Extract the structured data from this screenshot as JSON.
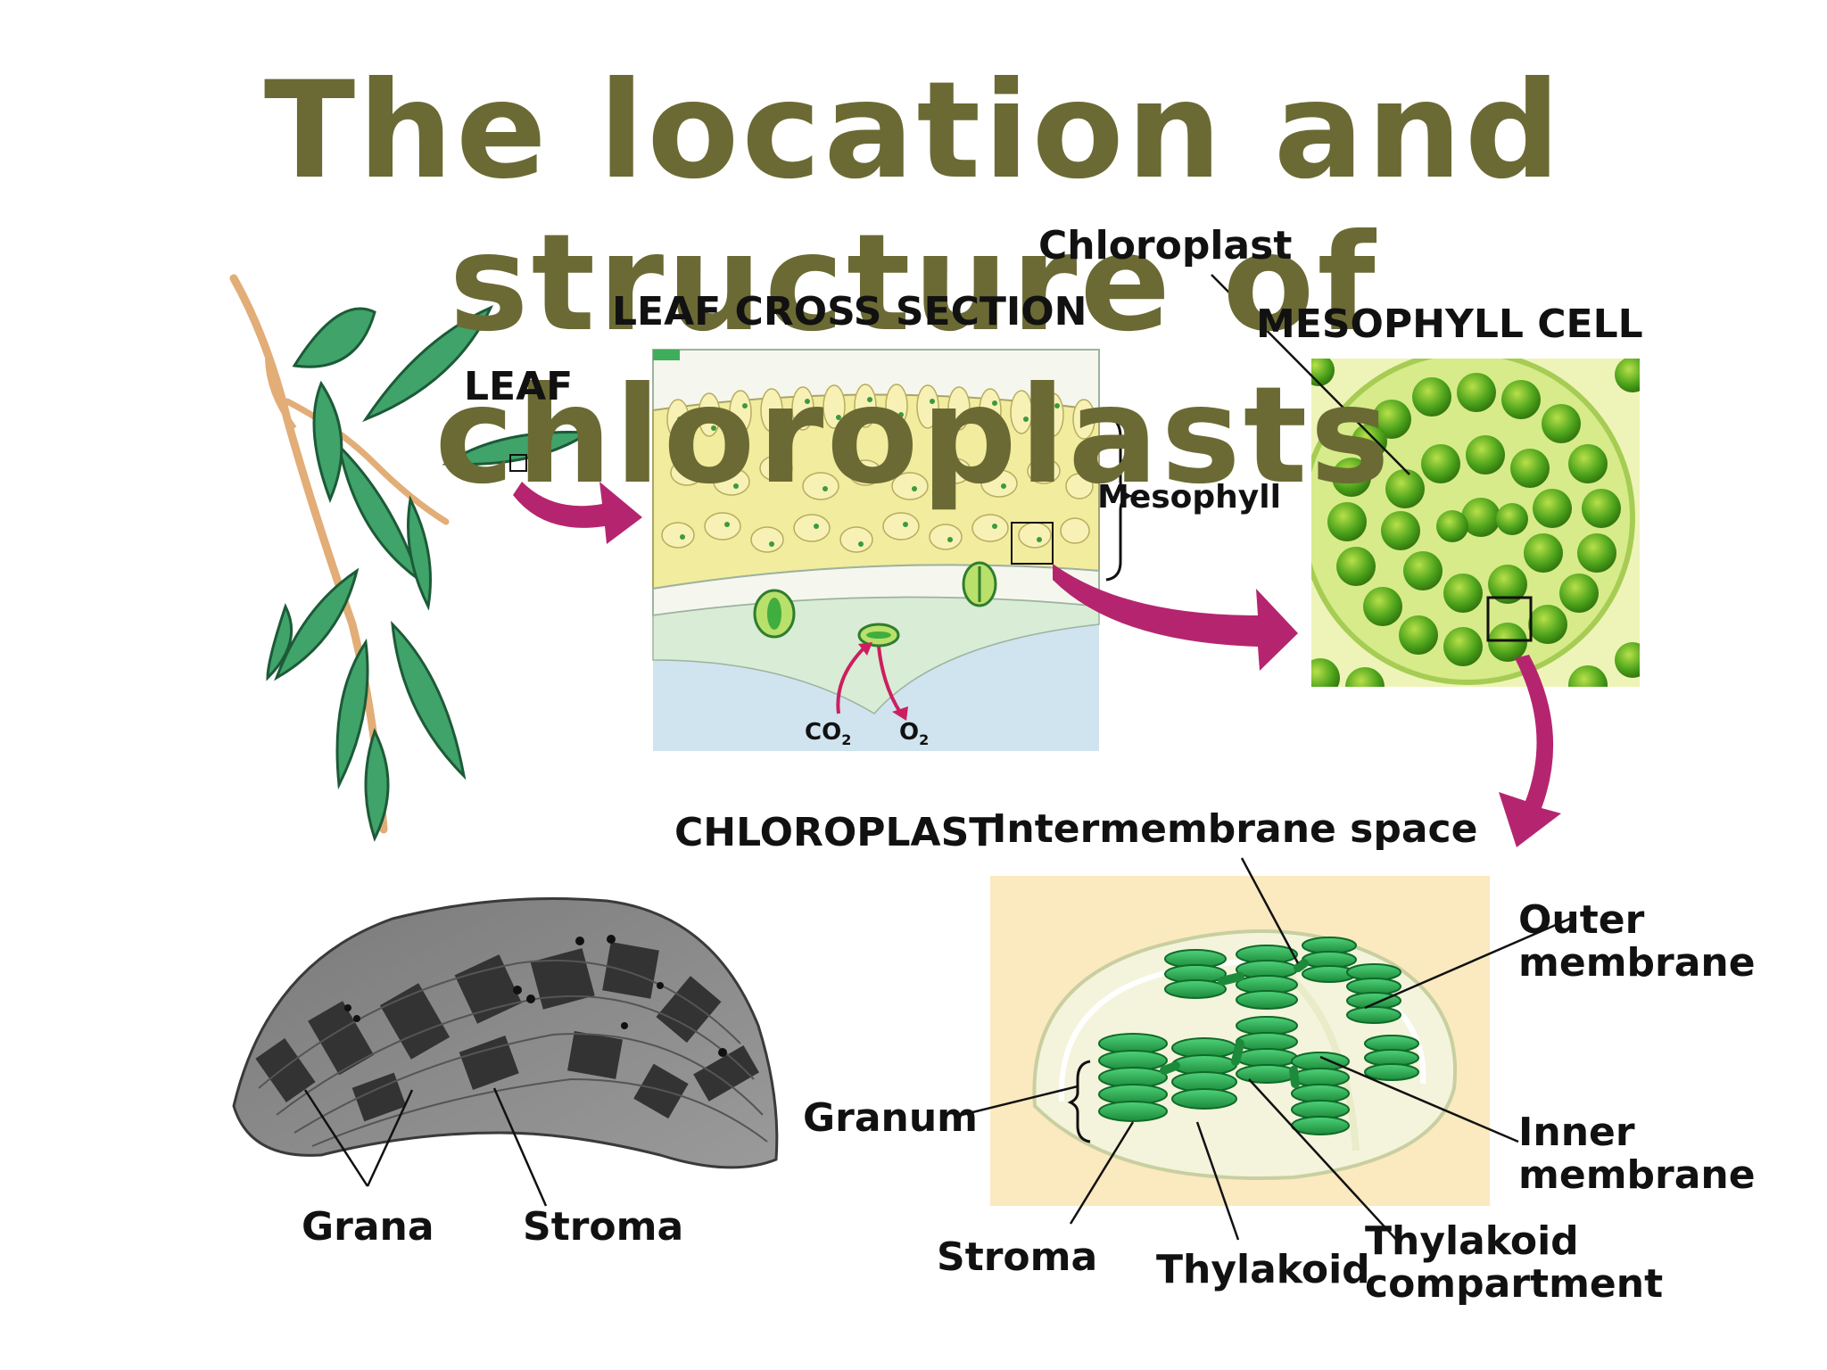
{
  "title": {
    "line1": "The location and",
    "line2": "structure of",
    "line3": "chloroplasts"
  },
  "labels": {
    "leaf": "LEAF",
    "leaf_cross_section": "LEAF CROSS SECTION",
    "chloroplast_top": "Chloroplast",
    "mesophyll_cell": "MESOPHYLL CELL",
    "mesophyll": "Mesophyll",
    "co2": "CO",
    "co2_sub": "2",
    "o2": "O",
    "o2_sub": "2",
    "chloroplast_heading": "CHLOROPLAST",
    "intermembrane_space": "Intermembrane space",
    "outer_membrane_1": "Outer",
    "outer_membrane_2": "membrane",
    "granum": "Granum",
    "inner_membrane_1": "Inner",
    "inner_membrane_2": "membrane",
    "grana": "Grana",
    "stroma_left": "Stroma",
    "stroma_right": "Stroma",
    "thylakoid": "Thylakoid",
    "thylakoid_compartment_1": "Thylakoid",
    "thylakoid_compartment_2": "compartment"
  },
  "colors": {
    "title": "#6b6a34",
    "arrow": "#b5256f",
    "leaf_green": "#3fa36a",
    "chloroplast_green": "#2ea34a",
    "background_panel": "#fbe9bf"
  }
}
